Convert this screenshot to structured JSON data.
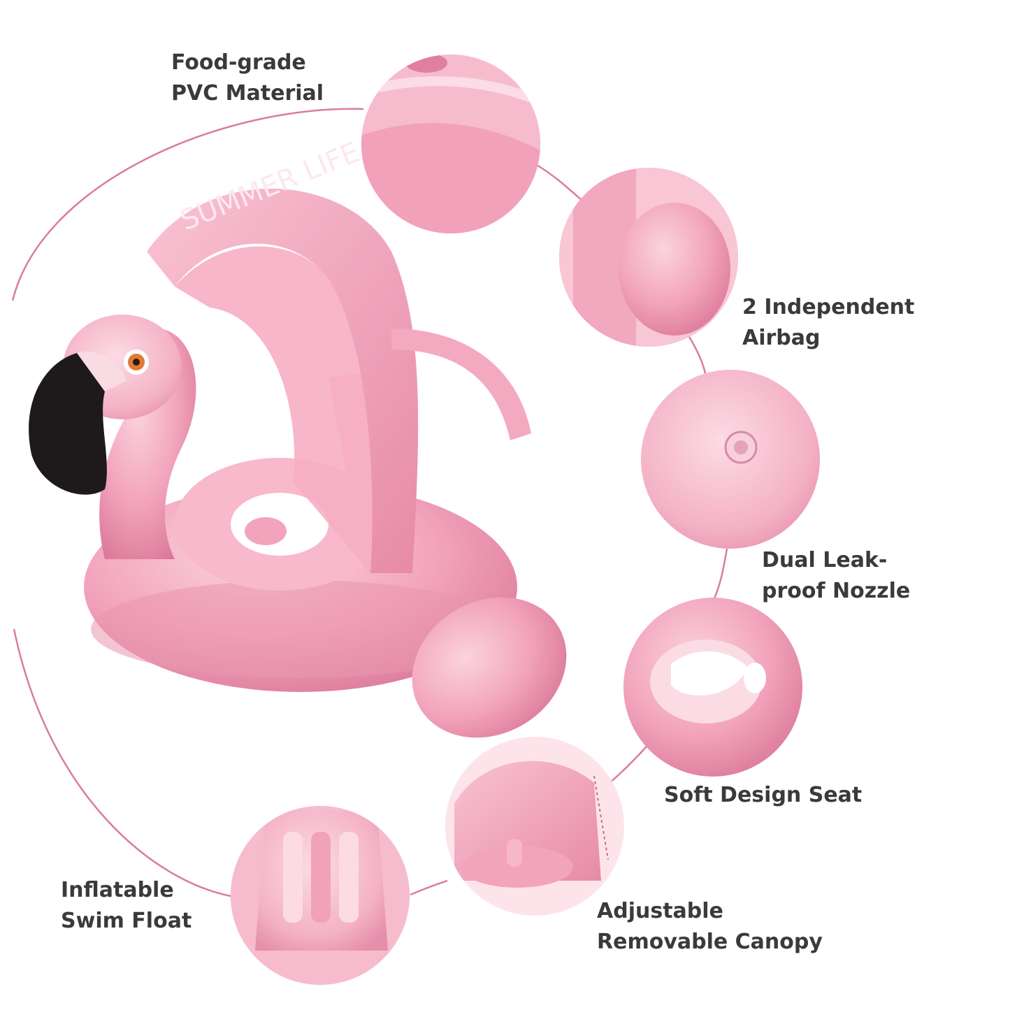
{
  "colors": {
    "background": "#ffffff",
    "arc": "#d97ca0",
    "pink_light": "#f7bfd0",
    "pink_mid": "#f2a4bc",
    "pink_dark": "#e4839f",
    "pink_shadow": "#c96a89",
    "beak": "#1e1a1c",
    "label_text": "#3a3a3a"
  },
  "labels": {
    "material": [
      "Food-grade",
      "PVC Material"
    ],
    "airbag": [
      "2 Independent",
      "Airbag"
    ],
    "nozzle": [
      "Dual Leak-",
      "proof Nozzle"
    ],
    "seat": [
      "Soft Design Seat"
    ],
    "float": [
      "Inflatable",
      "Swim Float"
    ],
    "canopy": [
      "Adjustable",
      "Removable Canopy"
    ]
  },
  "product_print": "SUMMER LIFE",
  "icons": {
    "circle_material": "pvc-closeup",
    "circle_airbag": "airbag-closeup",
    "circle_nozzle": "nozzle-closeup",
    "circle_seat": "seat-closeup",
    "circle_float": "backrest-closeup",
    "circle_canopy": "canopy-closeup"
  }
}
